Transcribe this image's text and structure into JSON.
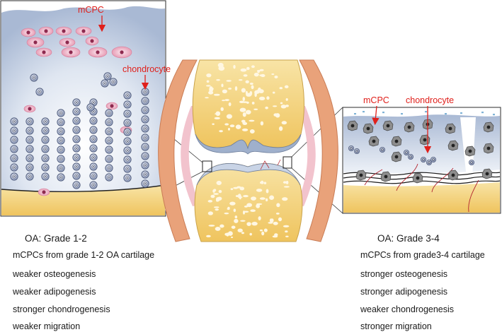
{
  "left_panel": {
    "labels": {
      "mcpc": "mCPC",
      "chondrocyte": "chondrocyte"
    },
    "caption": {
      "title": "OA: Grade 1-2",
      "lines": [
        "mCPCs from grade 1-2 OA cartilage",
        "weaker osteogenesis",
        "weaker adipogenesis",
        "stronger chondrogenesis",
        "weaker migration"
      ]
    }
  },
  "right_panel": {
    "labels": {
      "mcpc": "mCPC",
      "chondrocyte": "chondrocyte"
    },
    "caption": {
      "title": "OA: Grade 3-4",
      "lines": [
        "mCPCs from grade3-4 cartilage",
        "stronger osteogenesis",
        "stronger adipogenesis",
        "weaker chondrogenesis",
        "stronger migration"
      ]
    }
  },
  "colors": {
    "cartilage_blue": "#c9d4e6",
    "bone_yellow": "#f4d58a",
    "joint_capsule": "#e9a27a",
    "cell_pink": "#e8a0b4",
    "label_red": "#e0201b"
  }
}
